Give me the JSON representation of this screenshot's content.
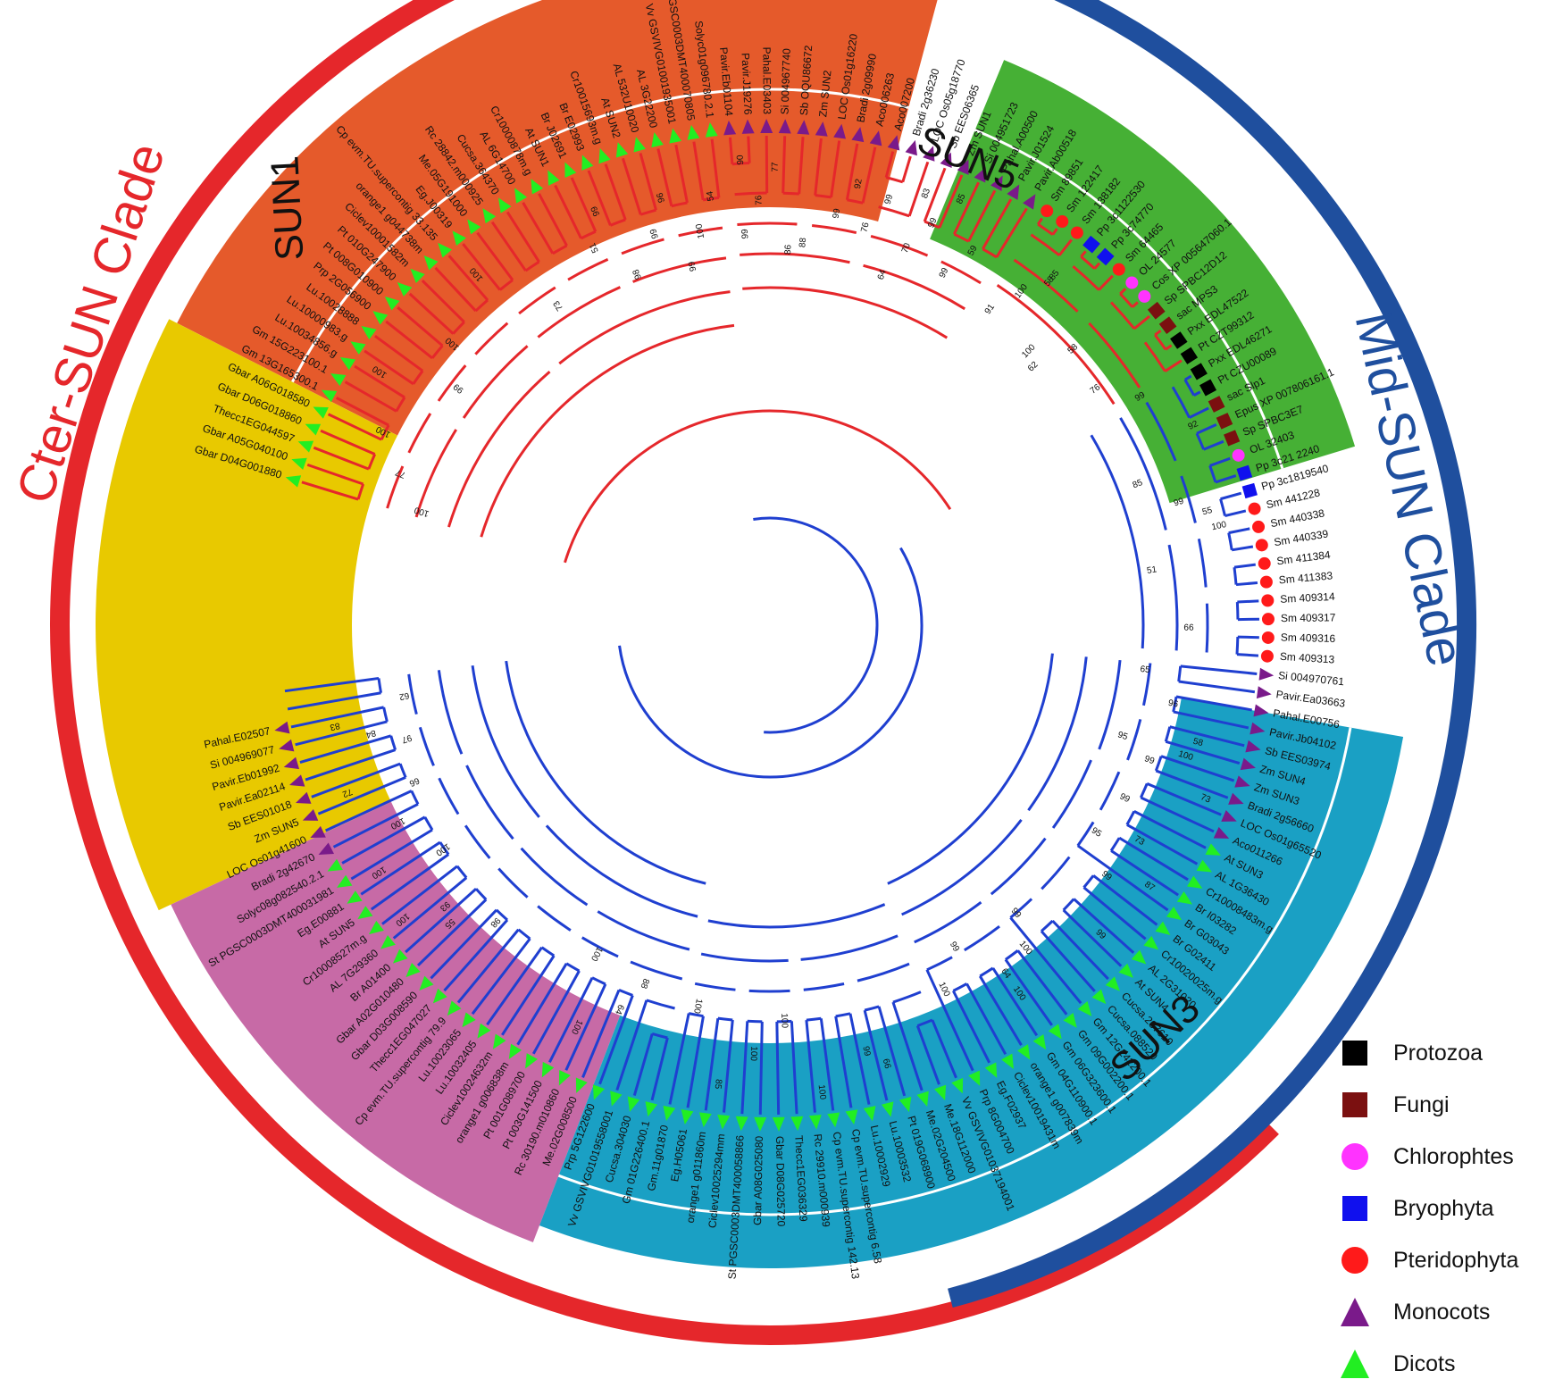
{
  "clades": [
    {
      "name": "Cter-SUN Clade",
      "color": "#e5272b"
    },
    {
      "name": "Mid-SUN Clade",
      "color": "#1f4f9e"
    }
  ],
  "subfamilies": [
    {
      "name": "SUN1",
      "color": "#e55a2b"
    },
    {
      "name": "SUN5",
      "color": "#46b035"
    },
    {
      "name": "SUN3",
      "color": "#1aa0c4"
    },
    {
      "name": "",
      "color": "#e8c900"
    },
    {
      "name": "",
      "color": "#c76aa6"
    }
  ],
  "legend": [
    {
      "label": "Protozoa",
      "shape": "square",
      "color": "#000000"
    },
    {
      "label": "Fungi",
      "shape": "square",
      "color": "#7b1010"
    },
    {
      "label": "Chlorophtes",
      "shape": "circle",
      "color": "#ff33ff"
    },
    {
      "label": "Bryophyta",
      "shape": "square",
      "color": "#1010ee"
    },
    {
      "label": "Pteridophyta",
      "shape": "circle",
      "color": "#ff1a1a"
    },
    {
      "label": "Monocots",
      "shape": "triangle",
      "color": "#7a1a8a"
    },
    {
      "label": "Dicots",
      "shape": "triangle",
      "color": "#22ee22"
    }
  ],
  "leaves": [
    {
      "name": "Gbar D04G001880",
      "group": "Dicots"
    },
    {
      "name": "Gbar A05G040100",
      "group": "Dicots"
    },
    {
      "name": "Thecc1EG044597",
      "group": "Dicots"
    },
    {
      "name": "Gbar D06G018860",
      "group": "Dicots"
    },
    {
      "name": "Gbar A06G018580",
      "group": "Dicots"
    },
    {
      "name": "Gm 13G165300.1",
      "group": "Dicots"
    },
    {
      "name": "Gm 15G223100.1",
      "group": "Dicots"
    },
    {
      "name": "Lu.10034856.g",
      "group": "Dicots"
    },
    {
      "name": "Lu.10000983.g",
      "group": "Dicots"
    },
    {
      "name": "Lu.10028888",
      "group": "Dicots"
    },
    {
      "name": "Prp 2G056900",
      "group": "Dicots"
    },
    {
      "name": "Pt 008G010900",
      "group": "Dicots"
    },
    {
      "name": "Pt 010G247900",
      "group": "Dicots"
    },
    {
      "name": "Ciclev10001582m",
      "group": "Dicots"
    },
    {
      "name": "orange1 g044738m",
      "group": "Dicots"
    },
    {
      "name": "Cp evm.TU.supercontig 33.135",
      "group": "Dicots"
    },
    {
      "name": "Eg.J00319",
      "group": "Dicots"
    },
    {
      "name": "Me.05G191000",
      "group": "Dicots"
    },
    {
      "name": "Rc 28842.m000925",
      "group": "Dicots"
    },
    {
      "name": "Cucsa.364370",
      "group": "Dicots"
    },
    {
      "name": "AL 6G14700",
      "group": "Dicots"
    },
    {
      "name": "Cr10000878m.g",
      "group": "Dicots"
    },
    {
      "name": "At SUN1",
      "group": "Dicots"
    },
    {
      "name": "Br J02691",
      "group": "Dicots"
    },
    {
      "name": "Br E02993",
      "group": "Dicots"
    },
    {
      "name": "Cr10015693m.g",
      "group": "Dicots"
    },
    {
      "name": "At SUN2",
      "group": "Dicots"
    },
    {
      "name": "AL 532U10020",
      "group": "Dicots"
    },
    {
      "name": "AL 3G22200",
      "group": "Dicots"
    },
    {
      "name": "Vv GSVIVG01001935001",
      "group": "Dicots"
    },
    {
      "name": "St PGSC0003DMT400070805",
      "group": "Dicots"
    },
    {
      "name": "Solyc01g096780.2.1",
      "group": "Dicots"
    },
    {
      "name": "Pavir.Eb01104",
      "group": "Monocots"
    },
    {
      "name": "Pavir.J19276",
      "group": "Monocots"
    },
    {
      "name": "Pahal.E03403",
      "group": "Monocots"
    },
    {
      "name": "Si 004967740",
      "group": "Monocots"
    },
    {
      "name": "Sb OQU86672",
      "group": "Monocots"
    },
    {
      "name": "Zm SUN2",
      "group": "Monocots"
    },
    {
      "name": "LOC Os01g16220",
      "group": "Monocots"
    },
    {
      "name": "Bradi 2g09990",
      "group": "Monocots"
    },
    {
      "name": "Aco006263",
      "group": "Monocots"
    },
    {
      "name": "Aco007200",
      "group": "Monocots"
    },
    {
      "name": "Bradi 2g36230",
      "group": "Monocots"
    },
    {
      "name": "LOC Os05g18770",
      "group": "Monocots"
    },
    {
      "name": "Sb EES06365",
      "group": "Monocots"
    },
    {
      "name": "Zm SUN1",
      "group": "Monocots"
    },
    {
      "name": "Si 004951723",
      "group": "Monocots"
    },
    {
      "name": "Pahal.A00500",
      "group": "Monocots"
    },
    {
      "name": "Pavir.J01524",
      "group": "Monocots"
    },
    {
      "name": "Pavir.Ab00518",
      "group": "Monocots"
    },
    {
      "name": "Sm 89851",
      "group": "Pteridophyta"
    },
    {
      "name": "Sm 122417",
      "group": "Pteridophyta"
    },
    {
      "name": "Sm 138182",
      "group": "Pteridophyta"
    },
    {
      "name": "Pp 3c1122530",
      "group": "Bryophyta"
    },
    {
      "name": "Pp 3c74770",
      "group": "Bryophyta"
    },
    {
      "name": "Sm 64465",
      "group": "Pteridophyta"
    },
    {
      "name": "OL 24577",
      "group": "Chlorophtes"
    },
    {
      "name": "Cos XP 005647060.1",
      "group": "Chlorophtes"
    },
    {
      "name": "Sp SPBC12D12",
      "group": "Fungi"
    },
    {
      "name": "sac MPS3",
      "group": "Fungi"
    },
    {
      "name": "Pxx EDL47522",
      "group": "Protozoa"
    },
    {
      "name": "Pt CZT99312",
      "group": "Protozoa"
    },
    {
      "name": "Pxx EDL46271",
      "group": "Protozoa"
    },
    {
      "name": "Pt CZU00089",
      "group": "Protozoa"
    },
    {
      "name": "sac Slp1",
      "group": "Fungi"
    },
    {
      "name": "Epus XP 007806161.1",
      "group": "Fungi"
    },
    {
      "name": "Sp SPBC3E7",
      "group": "Fungi"
    },
    {
      "name": "OL 32403",
      "group": "Chlorophtes"
    },
    {
      "name": "Pp 3c21 2240",
      "group": "Bryophyta"
    },
    {
      "name": "Pp 3c1819540",
      "group": "Bryophyta"
    },
    {
      "name": "Sm 441228",
      "group": "Pteridophyta"
    },
    {
      "name": "Sm 440338",
      "group": "Pteridophyta"
    },
    {
      "name": "Sm 440339",
      "group": "Pteridophyta"
    },
    {
      "name": "Sm 411384",
      "group": "Pteridophyta"
    },
    {
      "name": "Sm 411383",
      "group": "Pteridophyta"
    },
    {
      "name": "Sm 409314",
      "group": "Pteridophyta"
    },
    {
      "name": "Sm 409317",
      "group": "Pteridophyta"
    },
    {
      "name": "Sm 409316",
      "group": "Pteridophyta"
    },
    {
      "name": "Sm 409313",
      "group": "Pteridophyta"
    },
    {
      "name": "Si 004970761",
      "group": "Monocots"
    },
    {
      "name": "Pavir.Ea03663",
      "group": "Monocots"
    },
    {
      "name": "Pahal.E00756",
      "group": "Monocots"
    },
    {
      "name": "Pavir.Jb04102",
      "group": "Monocots"
    },
    {
      "name": "Sb EES03974",
      "group": "Monocots"
    },
    {
      "name": "Zm SUN4",
      "group": "Monocots"
    },
    {
      "name": "Zm SUN3",
      "group": "Monocots"
    },
    {
      "name": "Bradi 2g56660",
      "group": "Monocots"
    },
    {
      "name": "LOC Os01g65520",
      "group": "Monocots"
    },
    {
      "name": "Aco011266",
      "group": "Monocots"
    },
    {
      "name": "At SUN3",
      "group": "Dicots"
    },
    {
      "name": "AL 1G36430",
      "group": "Dicots"
    },
    {
      "name": "Cr10008483m.g",
      "group": "Dicots"
    },
    {
      "name": "Br I03282",
      "group": "Dicots"
    },
    {
      "name": "Br G03043",
      "group": "Dicots"
    },
    {
      "name": "Br G02411",
      "group": "Dicots"
    },
    {
      "name": "Cr10020025m.g",
      "group": "Dicots"
    },
    {
      "name": "AL 2G31020",
      "group": "Dicots"
    },
    {
      "name": "At SUN4",
      "group": "Dicots"
    },
    {
      "name": "Cucsa.237610",
      "group": "Dicots"
    },
    {
      "name": "Cucsa.088520",
      "group": "Dicots"
    },
    {
      "name": "Gm 12G242200.1",
      "group": "Dicots"
    },
    {
      "name": "Gm 09G002200.1",
      "group": "Dicots"
    },
    {
      "name": "Gm 06G323600.1",
      "group": "Dicots"
    },
    {
      "name": "Gm 04G110900.1",
      "group": "Dicots"
    },
    {
      "name": "orange1 g007839m",
      "group": "Dicots"
    },
    {
      "name": "Ciclev10019431m",
      "group": "Dicots"
    },
    {
      "name": "Eg.F02937",
      "group": "Dicots"
    },
    {
      "name": "Prp 8G004700",
      "group": "Dicots"
    },
    {
      "name": "Vv GSVIVG01037194001",
      "group": "Dicots"
    },
    {
      "name": "Me.18G112000",
      "group": "Dicots"
    },
    {
      "name": "Me.02G204500",
      "group": "Dicots"
    },
    {
      "name": "Pt 019G068900",
      "group": "Dicots"
    },
    {
      "name": "Lu.10003532",
      "group": "Dicots"
    },
    {
      "name": "Lu.10002929",
      "group": "Dicots"
    },
    {
      "name": "Cp evm.TU.supercontig 6.58",
      "group": "Dicots"
    },
    {
      "name": "Cp evm.TU.supercontig 142.13",
      "group": "Dicots"
    },
    {
      "name": "Rc 29910.m000939",
      "group": "Dicots"
    },
    {
      "name": "Thecc1EG036329",
      "group": "Dicots"
    },
    {
      "name": "Gbar D08G025720",
      "group": "Dicots"
    },
    {
      "name": "Gbar A08G025080",
      "group": "Dicots"
    },
    {
      "name": "St PGSC0003DMT400058866",
      "group": "Dicots"
    },
    {
      "name": "Ciclev10025294mm",
      "group": "Dicots"
    },
    {
      "name": "orange1 g011860m",
      "group": "Dicots"
    },
    {
      "name": "Eg.H05061",
      "group": "Dicots"
    },
    {
      "name": "Gm.11g01870",
      "group": "Dicots"
    },
    {
      "name": "Gm 01G226400.1",
      "group": "Dicots"
    },
    {
      "name": "Cucsa.304030",
      "group": "Dicots"
    },
    {
      "name": "Vv GSVIVG01019558001",
      "group": "Dicots"
    },
    {
      "name": "Prp 5G122600",
      "group": "Dicots"
    },
    {
      "name": "Me.02G008500",
      "group": "Dicots"
    },
    {
      "name": "Rc 30190.m010860",
      "group": "Dicots"
    },
    {
      "name": "Pt 003G141500",
      "group": "Dicots"
    },
    {
      "name": "Pt 001G089700",
      "group": "Dicots"
    },
    {
      "name": "orange1 g006838m",
      "group": "Dicots"
    },
    {
      "name": "Ciclev10024632m",
      "group": "Dicots"
    },
    {
      "name": "Lu.10032405",
      "group": "Dicots"
    },
    {
      "name": "Lu.10023065",
      "group": "Dicots"
    },
    {
      "name": "Cp evm.TU.supercontig 79.9",
      "group": "Dicots"
    },
    {
      "name": "Thecc1EG047027",
      "group": "Dicots"
    },
    {
      "name": "Gbar D03G008590",
      "group": "Dicots"
    },
    {
      "name": "Gbar A02G010480",
      "group": "Dicots"
    },
    {
      "name": "Br A01400",
      "group": "Dicots"
    },
    {
      "name": "AL 7G29360",
      "group": "Dicots"
    },
    {
      "name": "Cr10008527m.g",
      "group": "Dicots"
    },
    {
      "name": "At SUN5",
      "group": "Dicots"
    },
    {
      "name": "Eg.E00881",
      "group": "Dicots"
    },
    {
      "name": "St PGSC0003DMT400031981",
      "group": "Dicots"
    },
    {
      "name": "Solyc08g082540.2.1",
      "group": "Dicots"
    },
    {
      "name": "Bradi 2g42670",
      "group": "Monocots"
    },
    {
      "name": "LOC Os01g41600",
      "group": "Monocots"
    },
    {
      "name": "Zm SUN5",
      "group": "Monocots"
    },
    {
      "name": "Sb EES01018",
      "group": "Monocots"
    },
    {
      "name": "Pavir.Ea02114",
      "group": "Monocots"
    },
    {
      "name": "Pavir.Eb01992",
      "group": "Monocots"
    },
    {
      "name": "Si 004969077",
      "group": "Monocots"
    },
    {
      "name": "Pahal.E02507",
      "group": "Monocots"
    }
  ],
  "bootstrap_values": [
    {
      "value": "100",
      "leaf": 1
    },
    {
      "value": "77",
      "leaf": 3
    },
    {
      "value": "100",
      "leaf": 5
    },
    {
      "value": "100",
      "leaf": 8
    },
    {
      "value": "99",
      "leaf": 10
    },
    {
      "value": "100",
      "leaf": 12
    },
    {
      "value": "100",
      "leaf": 16
    },
    {
      "value": "73",
      "leaf": 19
    },
    {
      "value": "51",
      "leaf": 23
    },
    {
      "value": "99",
      "leaf": 24
    },
    {
      "value": "98",
      "leaf": 25
    },
    {
      "value": "99",
      "leaf": 27
    },
    {
      "value": "96",
      "leaf": 28
    },
    {
      "value": "99",
      "leaf": 29
    },
    {
      "value": "100",
      "leaf": 30
    },
    {
      "value": "54",
      "leaf": 31
    },
    {
      "value": "90",
      "leaf": 33
    },
    {
      "value": "99",
      "leaf": 33
    },
    {
      "value": "76",
      "leaf": 34
    },
    {
      "value": "77",
      "leaf": 35
    },
    {
      "value": "88",
      "leaf": 37
    },
    {
      "value": "99",
      "leaf": 39
    },
    {
      "value": "92",
      "leaf": 40
    },
    {
      "value": "86",
      "leaf": 36
    },
    {
      "value": "76",
      "leaf": 41
    },
    {
      "value": "99",
      "leaf": 42
    },
    {
      "value": "64",
      "leaf": 43
    },
    {
      "value": "70",
      "leaf": 44
    },
    {
      "value": "99",
      "leaf": 45
    },
    {
      "value": "85",
      "leaf": 46
    },
    {
      "value": "99",
      "leaf": 47
    },
    {
      "value": "59",
      "leaf": 48
    },
    {
      "value": "83",
      "leaf": 44
    },
    {
      "value": "91",
      "leaf": 51
    },
    {
      "value": "100",
      "leaf": 52
    },
    {
      "value": "85",
      "leaf": 53
    },
    {
      "value": "100",
      "leaf": 55
    },
    {
      "value": "58",
      "leaf": 57
    },
    {
      "value": "58",
      "leaf": 53
    },
    {
      "value": "62",
      "leaf": 56
    },
    {
      "value": "76",
      "leaf": 60
    },
    {
      "value": "99",
      "leaf": 62
    },
    {
      "value": "92",
      "leaf": 65
    },
    {
      "value": "85",
      "leaf": 67
    },
    {
      "value": "99",
      "leaf": 69
    },
    {
      "value": "100",
      "leaf": 71
    },
    {
      "value": "51",
      "leaf": 73
    },
    {
      "value": "66",
      "leaf": 77
    },
    {
      "value": "55",
      "leaf": 70
    },
    {
      "value": "65",
      "leaf": 80
    },
    {
      "value": "96",
      "leaf": 82
    },
    {
      "value": "58",
      "leaf": 84
    },
    {
      "value": "95",
      "leaf": 85
    },
    {
      "value": "99",
      "leaf": 86
    },
    {
      "value": "100",
      "leaf": 85
    },
    {
      "value": "73",
      "leaf": 87
    },
    {
      "value": "99",
      "leaf": 89
    },
    {
      "value": "73",
      "leaf": 91
    },
    {
      "value": "87",
      "leaf": 93
    },
    {
      "value": "95",
      "leaf": 92
    },
    {
      "value": "99",
      "leaf": 94
    },
    {
      "value": "99",
      "leaf": 97
    },
    {
      "value": "99",
      "leaf": 100
    },
    {
      "value": "100",
      "leaf": 101
    },
    {
      "value": "100",
      "leaf": 103
    },
    {
      "value": "99",
      "leaf": 105
    },
    {
      "value": "100",
      "leaf": 107
    },
    {
      "value": "99",
      "leaf": 113
    },
    {
      "value": "100",
      "leaf": 116
    },
    {
      "value": "100",
      "leaf": 118
    },
    {
      "value": "100",
      "leaf": 120
    },
    {
      "value": "85",
      "leaf": 122
    },
    {
      "value": "100",
      "leaf": 124
    },
    {
      "value": "64",
      "leaf": 103
    },
    {
      "value": "66",
      "leaf": 112
    },
    {
      "value": "88",
      "leaf": 128
    },
    {
      "value": "64",
      "leaf": 129
    },
    {
      "value": "100",
      "leaf": 131
    },
    {
      "value": "100",
      "leaf": 132
    },
    {
      "value": "98",
      "leaf": 139
    },
    {
      "value": "55",
      "leaf": 141
    },
    {
      "value": "100",
      "leaf": 143
    },
    {
      "value": "100",
      "leaf": 145
    },
    {
      "value": "93",
      "leaf": 142
    },
    {
      "value": "100",
      "leaf": 146
    },
    {
      "value": "66",
      "leaf": 150
    },
    {
      "value": "100",
      "leaf": 148
    },
    {
      "value": "72",
      "leaf": 151
    },
    {
      "value": "97",
      "leaf": 153
    },
    {
      "value": "84",
      "leaf": 154
    },
    {
      "value": "83",
      "leaf": 155
    },
    {
      "value": "62",
      "leaf": 156
    }
  ]
}
